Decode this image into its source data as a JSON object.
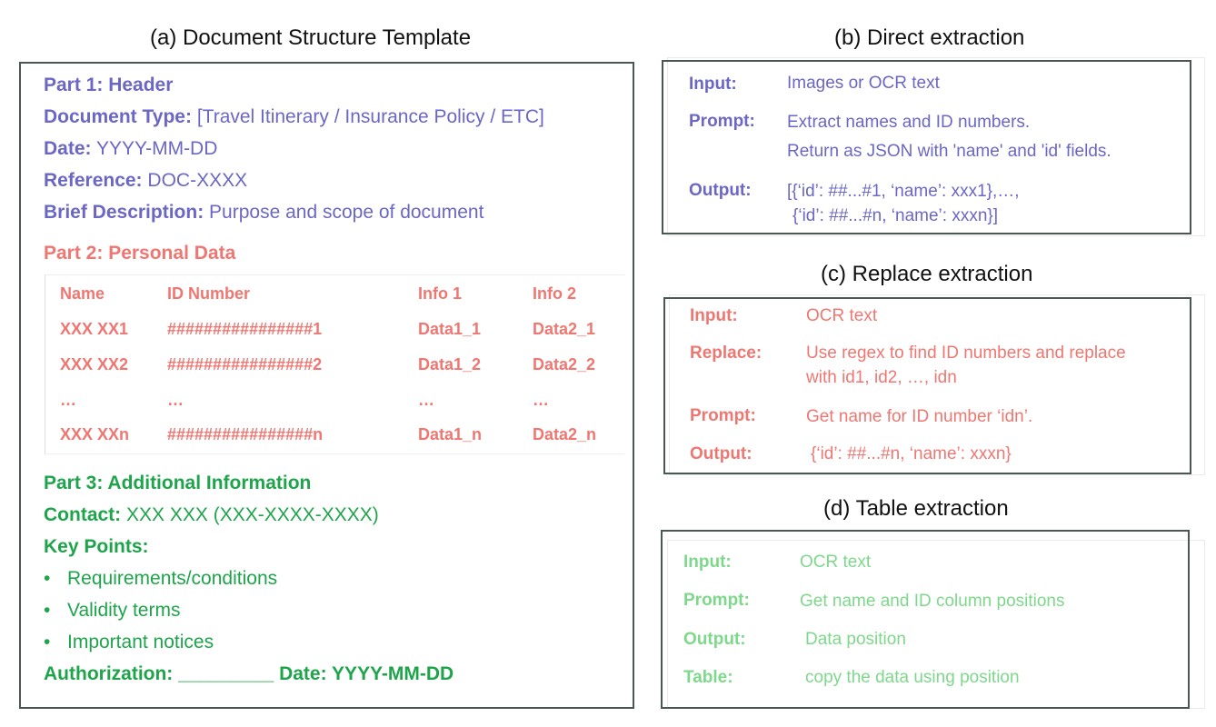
{
  "captions": {
    "a": "(a) Document Structure Template",
    "b": "(b) Direct extraction",
    "c": "(c) Replace extraction",
    "d": "(d) Table extraction"
  },
  "template": {
    "part1_title": "Part 1: Header",
    "doc_type_label": "Document Type:",
    "doc_type_value": "[Travel Itinerary / Insurance Policy / ETC]",
    "date_label": "Date:",
    "date_value": "YYYY-MM-DD",
    "reference_label": "Reference:",
    "reference_value": "DOC-XXXX",
    "brief_label": "Brief Description:",
    "brief_value": "Purpose and scope of document",
    "part2_title": "Part 2: Personal Data",
    "table": {
      "headers": [
        "Name",
        "ID Number",
        "Info 1",
        "Info 2"
      ],
      "rows": [
        [
          "XXX XX1",
          "################1",
          "Data1_1",
          "Data2_1"
        ],
        [
          "XXX XX2",
          "################2",
          "Data1_2",
          "Data2_2"
        ],
        [
          "…",
          "…",
          "…",
          "…"
        ],
        [
          "XXX XXn",
          "################n",
          "Data1_n",
          "Data2_n"
        ]
      ]
    },
    "part3_title": "Part 3: Additional Information",
    "contact_label": "Contact:",
    "contact_value": "XXX XXX (XXX-XXXX-XXXX)",
    "keypoints_label": "Key Points:",
    "bullets": [
      "Requirements/conditions",
      "Validity terms",
      "Important notices"
    ],
    "bullet_char": "•",
    "authorization": "Authorization: _________ Date: YYYY-MM-DD"
  },
  "direct": {
    "input_label": "Input:",
    "input_value": "Images or OCR text",
    "prompt_label": "Prompt:",
    "prompt_line1": "Extract names and ID numbers.",
    "prompt_line2": "Return as JSON with 'name' and 'id' fields.",
    "output_label": "Output:",
    "output_line1": "[{‘id’: ##...#1, ‘name’: xxx1},…,",
    "output_line2": "{‘id’: ##...#n, ‘name’: xxxn}]"
  },
  "replace": {
    "input_label": "Input:",
    "input_value": "OCR text",
    "replace_label": "Replace:",
    "replace_line1": "Use regex to find ID numbers and replace",
    "replace_line2": "with id1, id2, …, idn",
    "prompt_label": "Prompt:",
    "prompt_value": "Get name for ID number ‘idn’.",
    "output_label": "Output:",
    "output_value": "{‘id’: ##...#n, ‘name’: xxxn}"
  },
  "table_extraction": {
    "input_label": "Input:",
    "input_value": "OCR text",
    "prompt_label": "Prompt:",
    "prompt_value": "Get name and ID column positions",
    "output_label": "Output:",
    "output_value": "Data position",
    "table_label": "Table:",
    "table_value": "copy the data using position"
  },
  "colors": {
    "part1": "#6b67c4",
    "part2": "#ef7772",
    "part3": "#1ea44a",
    "table_extraction": "#7ed88b",
    "border": "#4a5752"
  }
}
